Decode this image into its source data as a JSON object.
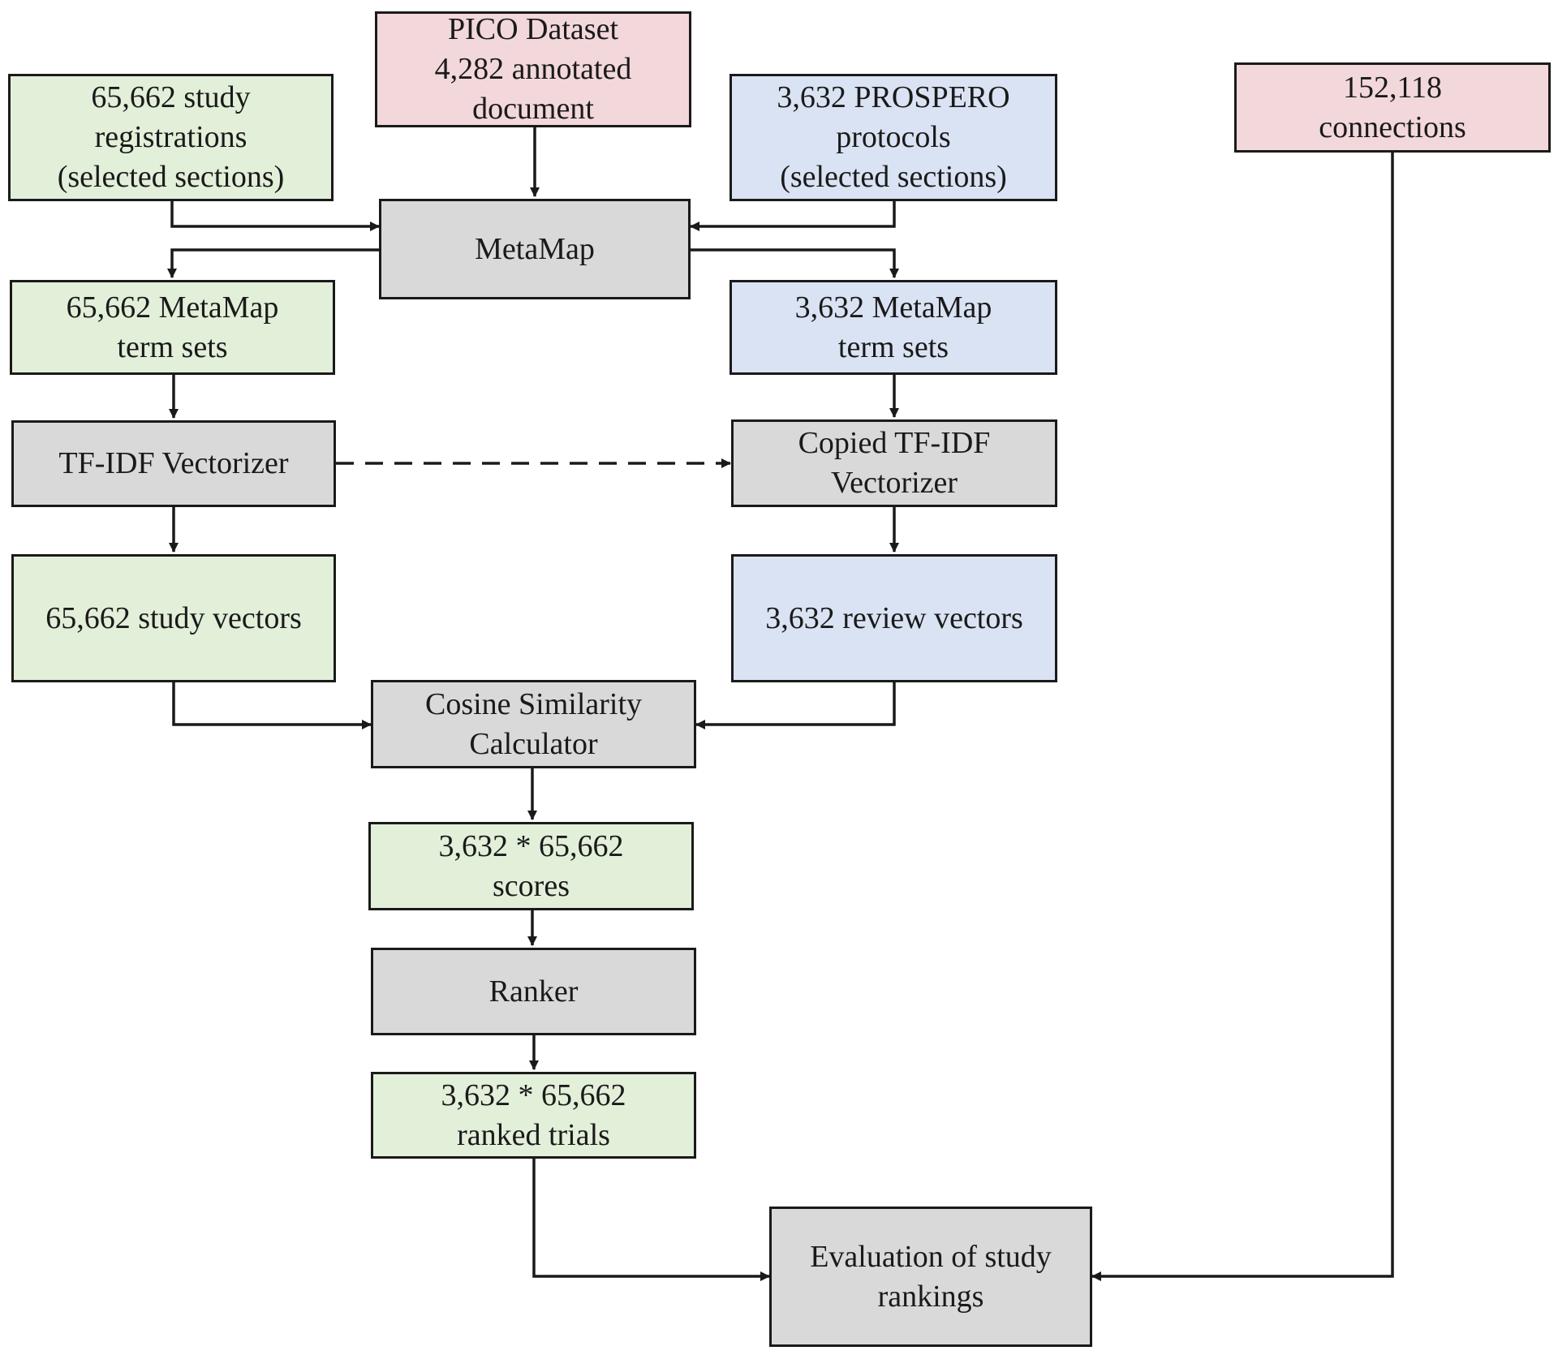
{
  "colors": {
    "data_green": "#e2efd9",
    "data_blue": "#dae3f3",
    "source_pink": "#f2d7db",
    "process_grey": "#d9d9d9",
    "line": "#1a1a1a"
  },
  "nodes": {
    "pico": {
      "lines": [
        "PICO Dataset",
        "4,282 annotated",
        "document"
      ]
    },
    "study_registrations": {
      "lines": [
        "65,662 study",
        "registrations",
        "(selected sections)"
      ]
    },
    "prospero_protocols": {
      "lines": [
        "3,632 PROSPERO",
        "protocols",
        "(selected sections)"
      ]
    },
    "connections": {
      "lines": [
        "152,118",
        "connections"
      ]
    },
    "metamap": {
      "lines": [
        "MetaMap"
      ]
    },
    "study_term_sets": {
      "lines": [
        "65,662 MetaMap",
        "term sets"
      ]
    },
    "review_term_sets": {
      "lines": [
        "3,632 MetaMap",
        "term sets"
      ]
    },
    "tfidf": {
      "lines": [
        "TF-IDF Vectorizer"
      ]
    },
    "copied_tfidf": {
      "lines": [
        "Copied TF-IDF",
        "Vectorizer"
      ]
    },
    "study_vectors": {
      "lines": [
        "65,662 study vectors"
      ]
    },
    "review_vectors": {
      "lines": [
        "3,632 review vectors"
      ]
    },
    "cosine": {
      "lines": [
        "Cosine Similarity",
        "Calculator"
      ]
    },
    "scores": {
      "lines": [
        "3,632 * 65,662",
        "scores"
      ]
    },
    "ranker": {
      "lines": [
        "Ranker"
      ]
    },
    "ranked_trials": {
      "lines": [
        "3,632 * 65,662",
        "ranked trials"
      ]
    },
    "evaluation": {
      "lines": [
        "Evaluation of study",
        "rankings"
      ]
    }
  },
  "edges": [
    {
      "from": "pico",
      "to": "metamap",
      "style": "solid"
    },
    {
      "from": "study_registrations",
      "to": "metamap",
      "style": "solid"
    },
    {
      "from": "prospero_protocols",
      "to": "metamap",
      "style": "solid"
    },
    {
      "from": "metamap",
      "to": "study_term_sets",
      "style": "solid"
    },
    {
      "from": "metamap",
      "to": "review_term_sets",
      "style": "solid"
    },
    {
      "from": "study_term_sets",
      "to": "tfidf",
      "style": "solid"
    },
    {
      "from": "review_term_sets",
      "to": "copied_tfidf",
      "style": "solid"
    },
    {
      "from": "tfidf",
      "to": "copied_tfidf",
      "style": "dashed"
    },
    {
      "from": "tfidf",
      "to": "study_vectors",
      "style": "solid"
    },
    {
      "from": "copied_tfidf",
      "to": "review_vectors",
      "style": "solid"
    },
    {
      "from": "study_vectors",
      "to": "cosine",
      "style": "solid"
    },
    {
      "from": "review_vectors",
      "to": "cosine",
      "style": "solid"
    },
    {
      "from": "cosine",
      "to": "scores",
      "style": "solid"
    },
    {
      "from": "scores",
      "to": "ranker",
      "style": "solid"
    },
    {
      "from": "ranker",
      "to": "ranked_trials",
      "style": "solid"
    },
    {
      "from": "ranked_trials",
      "to": "evaluation",
      "style": "solid"
    },
    {
      "from": "connections",
      "to": "evaluation",
      "style": "solid"
    }
  ]
}
